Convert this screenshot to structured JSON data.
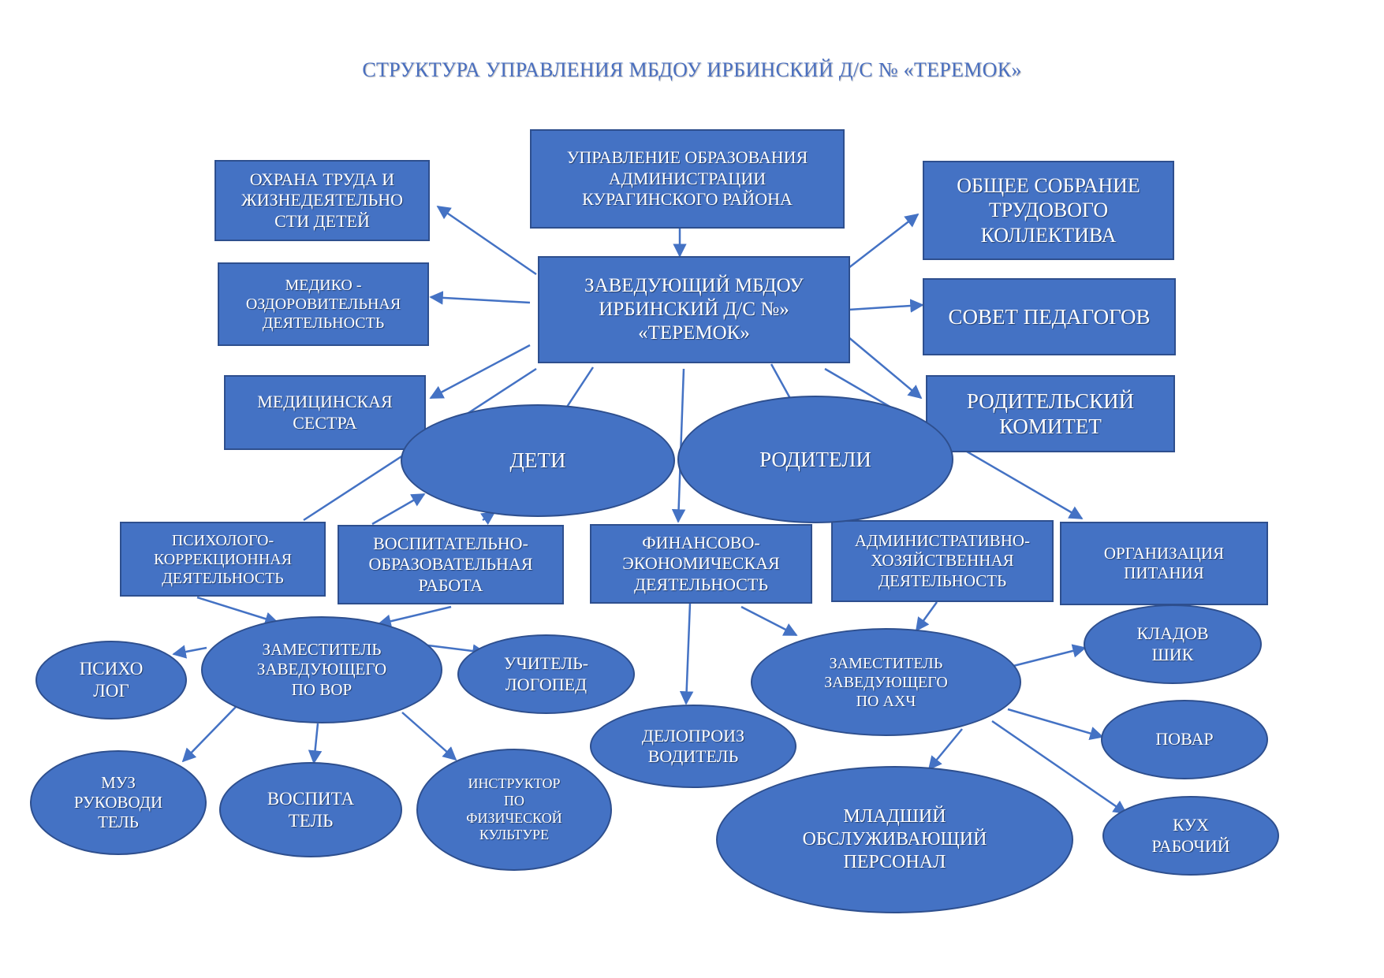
{
  "title": "СТРУКТУРА УПРАВЛЕНИЯ МБДОУ ИРБИНСКИЙ Д/С № «ТЕРЕМОК»",
  "colors": {
    "fill": "#4472c4",
    "border": "#2e4f8e",
    "line": "#4472c4",
    "title": "#4a6fbf"
  },
  "boxes": {
    "uo": "УПРАВЛЕНИЕ ОБРАЗОВАНИЯ\nАДМИНИСТРАЦИИ\nКУРАГИНСКОГО РАЙОНА",
    "head": "ЗАВЕДУЮЩИЙ МБДОУ\nИРБИНСКИЙ Д/С №»\n«ТЕРЕМОК»",
    "ohrana": "ОХРАНА ТРУДА И\nЖИЗНЕДЕЯТЕЛЬНО\nСТИ ДЕТЕЙ",
    "mediko": "МЕДИКО -\nОЗДОРОВИТЕЛЬНАЯ\nДЕЯТЕЛЬНОСТЬ",
    "medsestra": "МЕДИЦИНСКАЯ\nСЕСТРА",
    "sobranie": "ОБЩЕЕ СОБРАНИЕ\nТРУДОВОГО\nКОЛЛЕКТИВА",
    "sovet": "СОВЕТ ПЕДАГОГОВ",
    "komitet": "РОДИТЕЛЬСКИЙ\nКОМИТЕТ",
    "psiholog_korr": "ПСИХОЛОГО-\nКОРРЕКЦИОННАЯ\nДЕЯТЕЛЬНОСТЬ",
    "vospit_rabota": "ВОСПИТАТЕЛЬНО-\nОБРАЗОВАТЕЛЬНАЯ\nРАБОТА",
    "fin": "ФИНАНСОВО-\nЭКОНОМИЧЕСКАЯ\nДЕЯТЕЛЬНОСТЬ",
    "adm": "АДМИНИСТРАТИВНО-\nХОЗЯЙСТВЕННАЯ\nДЕЯТЕЛЬНОСТЬ",
    "pitanie": "ОРГАНИЗАЦИЯ\nПИТАНИЯ"
  },
  "ellipses": {
    "deti": "ДЕТИ",
    "roditeli": "РОДИТЕЛИ",
    "zam_vor": "ЗАМЕСТИТЕЛЬ\nЗАВЕДУЮЩЕГО\nПО ВОР",
    "psiholog": "ПСИХО\nЛОГ",
    "logoped": "УЧИТЕЛЬ-\nЛОГОПЕД",
    "muz": "МУЗ\nРУКОВОДИ\nТЕЛЬ",
    "vospitatel": "ВОСПИТА\nТЕЛЬ",
    "instruktor": "ИНСТРУКТОР\nПО\nФИЗИЧЕСКОЙ\nКУЛЬТУРЕ",
    "deloproizvoditel": "ДЕЛОПРОИЗ\nВОДИТЕЛЬ",
    "zam_ahch": "ЗАМЕСТИТЕЛЬ\nЗАВЕДУЮЩЕГО\nПО АХЧ",
    "kladovshik": "КЛАДОВ\nШИК",
    "povar": "ПОВАР",
    "mladshiy": "МЛАДШИЙ\nОБСЛУЖИВАЮЩИЙ\nПЕРСОНАЛ",
    "kuh_rabochiy": "КУХ\nРАБОЧИЙ"
  }
}
